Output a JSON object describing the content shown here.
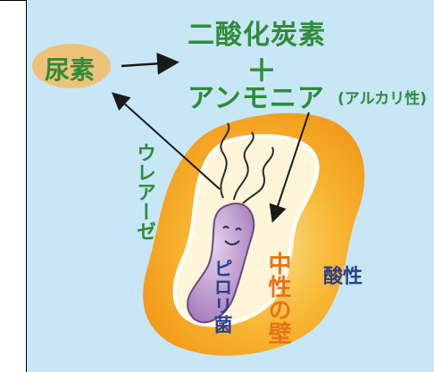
{
  "labels": {
    "co2": "二酸化炭素",
    "plus": "＋",
    "ammonia": "アンモニア",
    "alkali": "(アルカリ性)",
    "urea": "尿素",
    "urease": "ウレアーゼ",
    "pylori": "ピロリ菌",
    "neutral_wall": "中性の壁",
    "acidic": "酸性"
  },
  "colors": {
    "background": "#c7e7f7",
    "text_green": "#2f8c3a",
    "text_blue": "#2b3f8f",
    "text_orange": "#e8731a",
    "wall_orange": "#f2a21e",
    "wall_inner": "#fff6d9",
    "urea_blob": "#efc27a",
    "bacterium": "#b88dc8"
  }
}
